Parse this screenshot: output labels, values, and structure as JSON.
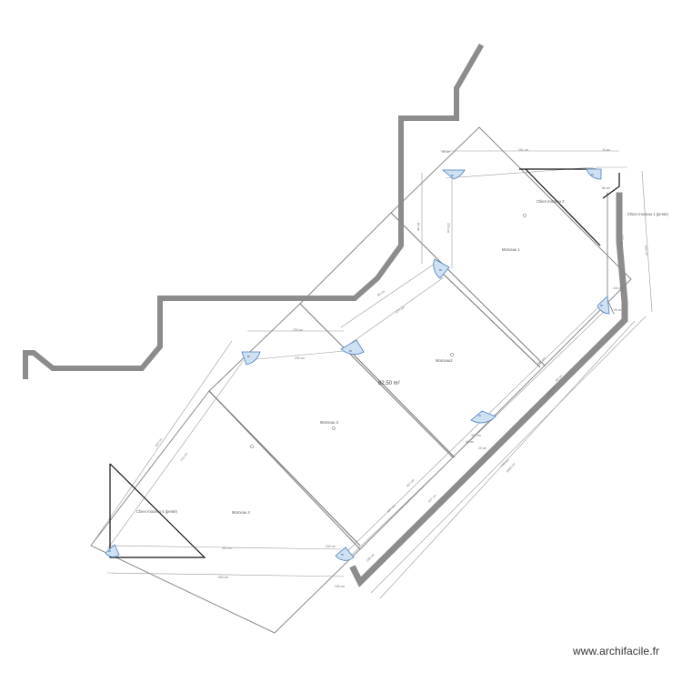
{
  "app": {
    "watermark": "www.archifacile.fr"
  },
  "rooms": {
    "r1": "Morceau 1",
    "r2": "Morceau2",
    "r3": "Morceau 3",
    "r4": "Morceau 4",
    "dormer_top": "Chien moceau 2",
    "dormer_right": "Chien moceau 1 (pente)",
    "dormer_left": "Chien moceau 4 (pente)"
  },
  "area": "82.50 m²",
  "dimensions": {
    "d1": "76 cm",
    "d2": "161 cm",
    "d3": "86 cm",
    "d4": "86 cm",
    "d5": "376 cm",
    "d6": "82 cm",
    "d7": "236 cm",
    "d8": "377 cm",
    "d9": "104 cm",
    "d10": "230 cm",
    "d11": "230 cm",
    "d12": "50 cm",
    "d13": "377 cm",
    "d14": "380 cm",
    "d15": "417 cm",
    "d16": "377 cm",
    "d17": "150 cm",
    "d18": "770 cm",
    "d19": "300 cm",
    "d20": "600 cm",
    "d21": "770 cm",
    "d22": "40 cm",
    "d23": "230 cm",
    "d24": "230 cm",
    "d25": "150 cm",
    "d26": "40 cm",
    "d27": "20 cm",
    "d28": "50 cm",
    "d29": "417 cm",
    "d30": "1000 cm",
    "d31": "1008 cm",
    "d32": "417 cm"
  },
  "doors": {
    "dr1": "86",
    "dr2": "86",
    "dr3": "86",
    "dr4": "86",
    "dr5": "86",
    "dr6": "86",
    "dr7": "86",
    "dr8": "86",
    "dr9": "86"
  },
  "colors": {
    "wall": "#8c8c8c",
    "door_fill": "#cfe0f3",
    "door_stroke": "#4a7fbf"
  }
}
